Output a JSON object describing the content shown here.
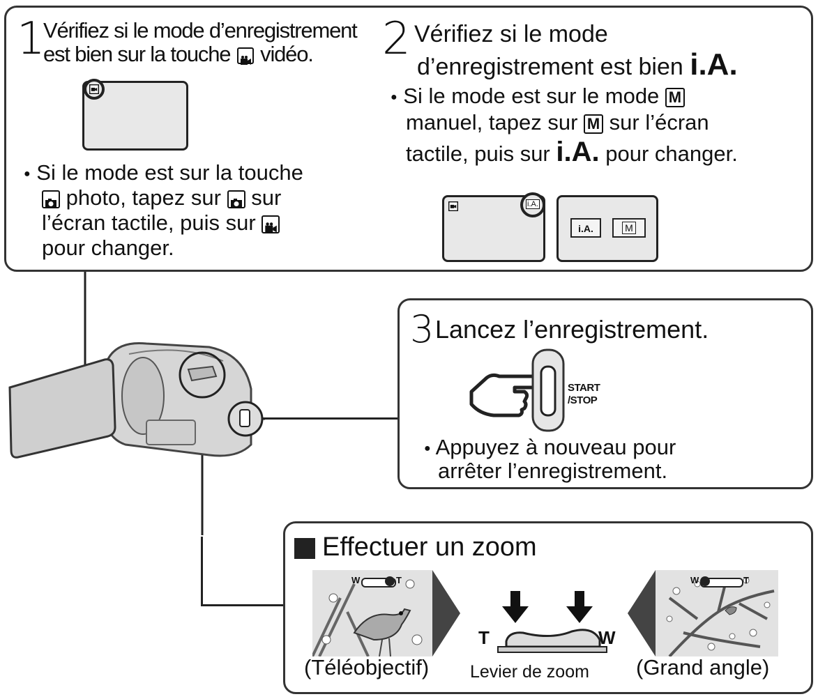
{
  "step1": {
    "num": "1",
    "title_line1": "Vérifiez si le mode d’enregistrement",
    "title_line2_a": "est bien sur la touche",
    "title_line2_b": "vidéo.",
    "bullet_l1": "Si le mode est sur la touche",
    "bullet_l2": "photo, tapez sur",
    "bullet_l2_b": "sur",
    "bullet_l3": "l’écran tactile, puis sur",
    "bullet_l4": "pour changer."
  },
  "step2": {
    "num": "2",
    "title_line1": "Vérifiez si le mode",
    "title_line2": "d’enregistrement est bien",
    "ia_label": "i.A.",
    "bullet_l1": "Si le mode est sur le mode",
    "bullet_l2_a": "manuel, tapez sur",
    "bullet_l2_b": "sur l’écran",
    "bullet_l3_a": "tactile, puis sur",
    "bullet_l3_b": "pour changer.",
    "m_label": "M",
    "screen_ia_small": "i.A.",
    "btn_ia": "i.A.",
    "btn_m": "M"
  },
  "step3": {
    "num": "3",
    "title": "Lancez l’enregistrement.",
    "start_label": "START",
    "stop_label": "/STOP",
    "bullet_l1": "Appuyez à nouveau pour",
    "bullet_l2": "arrêter l’enregistrement."
  },
  "zoom": {
    "title": "Effectuer un zoom",
    "tele": "(Téléobjectif)",
    "lever": "Levier de zoom",
    "wide": "(Grand angle)",
    "t_letter": "T",
    "w_letter": "W",
    "slider_w": "W",
    "slider_t": "T"
  }
}
